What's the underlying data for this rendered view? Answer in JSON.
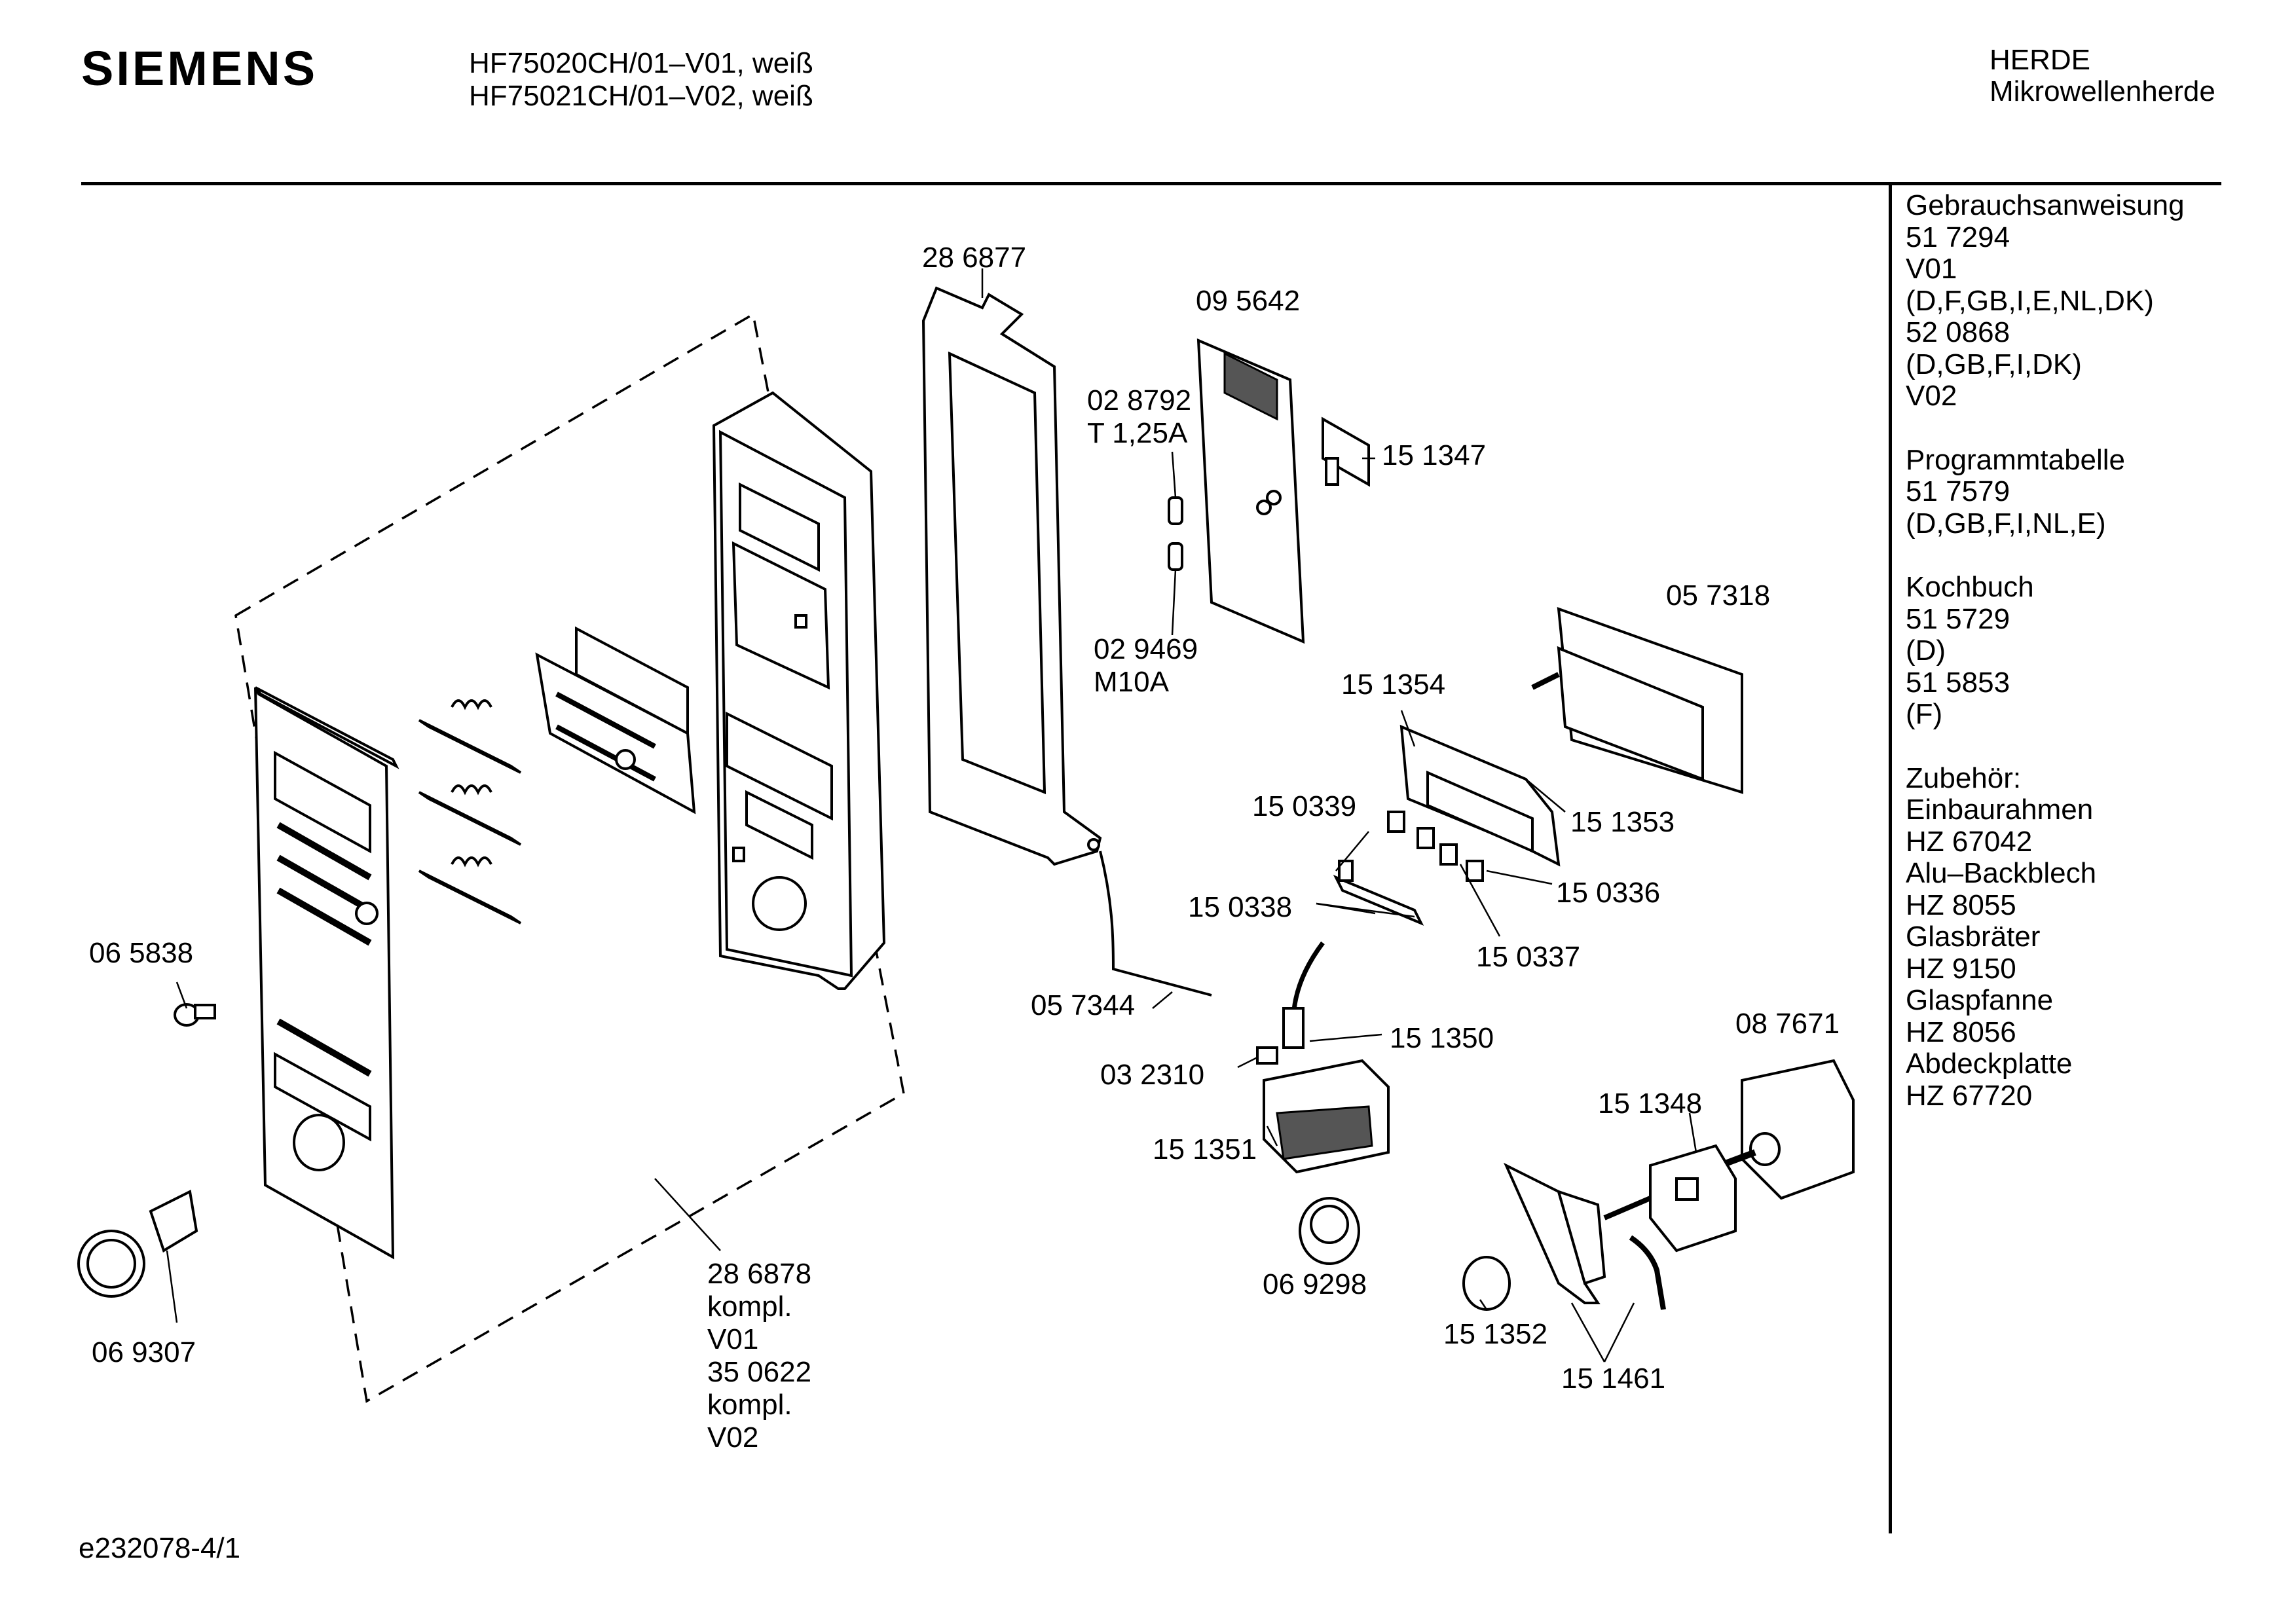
{
  "header": {
    "brand": "SIEMENS",
    "models": [
      "HF75020CH/01–V01, weiß",
      "HF75021CH/01–V02, weiß"
    ],
    "category_line1": "HERDE",
    "category_line2": "Mikrowellenherde"
  },
  "sidebar": {
    "groups": [
      {
        "lines": [
          "Gebrauchsanweisung",
          "51 7294",
          "V01",
          "(D,F,GB,I,E,NL,DK)",
          "52 0868",
          "(D,GB,F,I,DK)",
          "V02"
        ]
      },
      {
        "lines": [
          "Programmtabelle",
          "51 7579",
          "(D,GB,F,I,NL,E)"
        ]
      },
      {
        "lines": [
          "Kochbuch",
          "51 5729",
          "(D)",
          "51 5853",
          "(F)"
        ]
      },
      {
        "lines": [
          "Zubehör:",
          "Einbaurahmen",
          "HZ 67042",
          "Alu–Backblech",
          "HZ 8055",
          "Glasbräter",
          "HZ 9150",
          "Glaspfanne",
          "HZ 8056",
          "Abdeckplatte",
          "HZ 67720"
        ]
      }
    ]
  },
  "parts": {
    "p286877": "28 6877",
    "p095642": "09 5642",
    "p028792": "02 8792",
    "p028792_note": "T 1,25A",
    "p151347": "15 1347",
    "p029469": "02 9469",
    "p029469_note": "M10A",
    "p057318": "05 7318",
    "p151354": "15 1354",
    "p150339": "15 0339",
    "p151353": "15 1353",
    "p150338": "15 0338",
    "p150336": "15 0336",
    "p150337": "15 0337",
    "p065838": "06 5838",
    "p057344": "05 7344",
    "p151350": "15 1350",
    "p032310": "03 2310",
    "p087671": "08 7671",
    "p151348": "15 1348",
    "p151351": "15 1351",
    "p069298": "06 9298",
    "p151352": "15 1352",
    "p151461": "15 1461",
    "p069307": "06 9307",
    "p286878_lines": [
      "28 6878",
      "kompl.",
      "V01",
      "35 0622",
      "kompl.",
      "V02"
    ]
  },
  "footer": {
    "ref": "e232078-4/1"
  }
}
